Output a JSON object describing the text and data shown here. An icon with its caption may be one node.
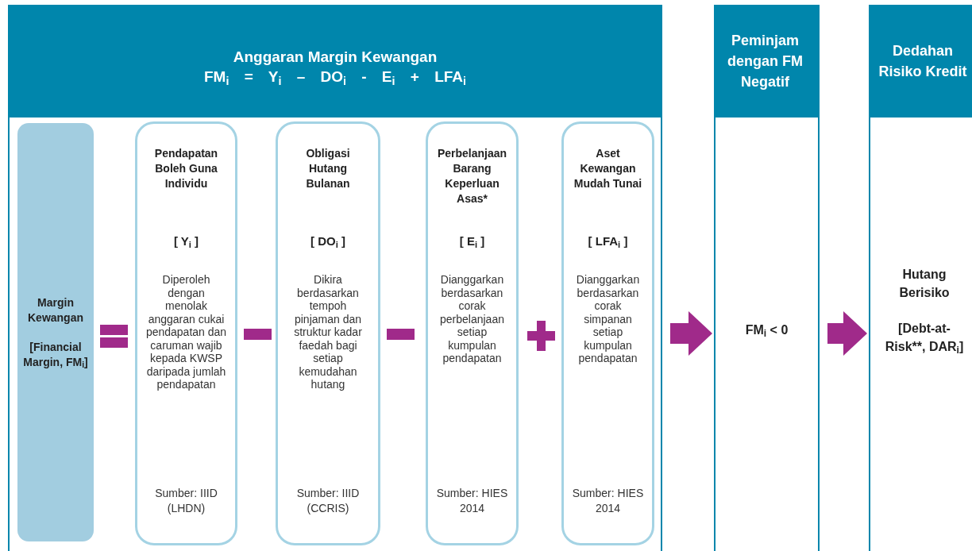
{
  "diagram": {
    "nodes": [
      {
        "text": [
          "Anggaran Margin Kewangan",
          "FM$_{i}$ = Y$_{i}$ – DO$_{i}$ - E$_{i}$ + LFA$_{i}$"
        ]
      },
      {
        "text": [
          "Margin Kewangan",
          "[Financial Margin, FM$_{i}$]"
        ],
        "in": 0
      },
      {
        "text": [
          "Pendapatan Boleh Guna Individu",
          "[ Y$_{i}$ ]",
          "Diperoleh dengan menolak anggaran cukai pendapatan dan caruman wajib kepada KWSP daripada jumlah pendapatan",
          "Sumber: IIID (LHDN)"
        ],
        "in": 0
      },
      {
        "text": [
          "Obligasi Hutang Bulanan",
          "[ DO$_{i}$ ]",
          "Dikira berdasarkan tempoh pinjaman dan struktur kadar faedah bagi setiap kemudahan hutang",
          "Sumber: IIID (CCRIS)"
        ],
        "in": 0
      },
      {
        "text": [
          "Perbelanjaan Barang Keperluan Asas*",
          "[ E$_{i}$ ]",
          "Dianggarkan berdasarkan corak perbelanjaan setiap kumpulan pendapatan",
          "Sumber: HIES 2014"
        ],
        "in": 0
      },
      {
        "text": [
          "Aset Kewangan Mudah Tunai",
          "[ LFA$_{i}$ ]",
          "Dianggarkan berdasarkan corak simpanan setiap kumpulan pendapatan",
          "Sumber: HIES 2014"
        ],
        "in": 0
      },
      {
        "text": [
          "Peminjam dengan FM Negatif",
          "FM$_{i}$ < 0"
        ]
      },
      {
        "text": [
          "Dedahan Risiko Kredit",
          "Hutang Berisiko",
          "[Debt-at-Risk**, DAR$_{i}$]"
        ]
      }
    ],
    "edges": [
      {
        "from": 0,
        "to": 6,
        "arrow": "to"
      },
      {
        "from": 6,
        "to": 7,
        "arrow": "to"
      }
    ]
  }
}
